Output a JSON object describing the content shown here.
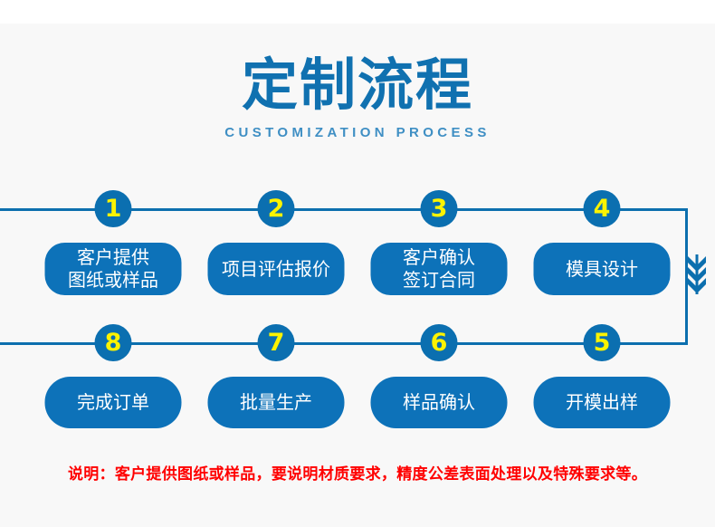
{
  "header": {
    "title": "定制流程",
    "subtitle": "CUSTOMIZATION PROCESS"
  },
  "colors": {
    "brand_blue": "#0d72b9",
    "title_blue": "#1071b0",
    "subtitle_blue": "#3f8fc4",
    "line_blue": "#0c6fae",
    "badge_blue": "#0b6fb0",
    "badge_number_yellow": "#fcf300",
    "note_red": "#ff0000",
    "background": "#f8f8f8"
  },
  "flow": {
    "top_row": [
      {
        "number": "1",
        "lines": [
          "客户提供",
          "图纸或样品"
        ]
      },
      {
        "number": "2",
        "lines": [
          "项目评估报价"
        ]
      },
      {
        "number": "3",
        "lines": [
          "客户确认",
          "签订合同"
        ]
      },
      {
        "number": "4",
        "lines": [
          "模具设计"
        ]
      }
    ],
    "bottom_row": [
      {
        "number": "8",
        "lines": [
          "完成订单"
        ]
      },
      {
        "number": "7",
        "lines": [
          "批量生产"
        ]
      },
      {
        "number": "6",
        "lines": [
          "样品确认"
        ]
      },
      {
        "number": "5",
        "lines": [
          "开模出样"
        ]
      }
    ],
    "arrow_icon": "triple-chevron-down-icon"
  },
  "note": {
    "text": "说明：客户提供图纸或样品，要说明材质要求，精度公差表面处理以及特殊要求等。"
  }
}
